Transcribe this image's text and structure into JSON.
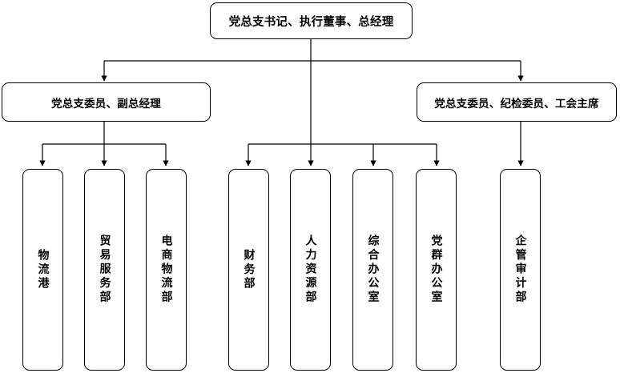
{
  "diagram": {
    "title_text": "",
    "orientation": "top-down",
    "line_color": "#000000",
    "box_border_color": "#000000",
    "box_fill_color": "#ffffff",
    "text_color": "#000000"
  },
  "nodes": {
    "root": {
      "label": "党总支书记、执行董事、总经理",
      "level": 1
    },
    "level2": [
      {
        "label": "党总支委员、副总经理",
        "level": 2
      },
      {
        "label": "党总支委员、纪检委员、工会主席",
        "level": 2
      }
    ],
    "departments": [
      {
        "label": "物流港",
        "level": 3,
        "parent": "党总支委员、副总经理"
      },
      {
        "label": "贸易服务部",
        "level": 3,
        "parent": "党总支委员、副总经理"
      },
      {
        "label": "电商物流部",
        "level": 3,
        "parent": "党总支委员、副总经理"
      },
      {
        "label": "财务部",
        "level": 3,
        "parent": "党总支书记、执行董事、总经理"
      },
      {
        "label": "人力资源部",
        "level": 3,
        "parent": "党总支书记、执行董事、总经理"
      },
      {
        "label": "综合办公室",
        "level": 3,
        "parent": "党总支书记、执行董事、总经理"
      },
      {
        "label": "党群办公室",
        "level": 3,
        "parent": "党总支书记、执行董事、总经理"
      },
      {
        "label": "企管审计部",
        "level": 3,
        "parent": "党总支委员、纪检委员、工会主席"
      }
    ]
  }
}
